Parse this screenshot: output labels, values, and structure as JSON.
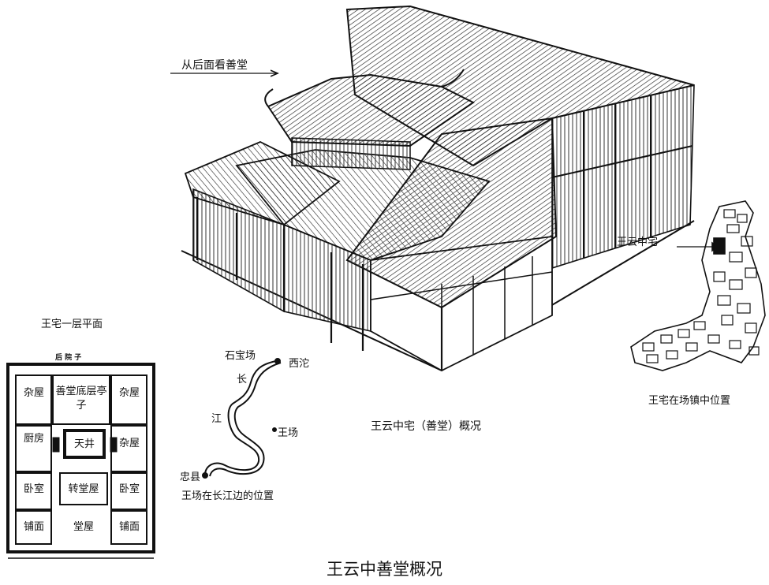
{
  "top_label": "从后面看善堂",
  "building_caption": "王云中宅（善堂）概况",
  "figure_title": "王云中善堂概况",
  "floor_plan": {
    "title": "王宅一层平面",
    "top_edge_label": "后 院 子",
    "rooms": {
      "misc_left": "杂屋",
      "pavilion": "善堂底层亭子",
      "misc_right_top": "杂屋",
      "kitchen": "厨房",
      "courtyard": "天井",
      "misc_right_mid": "杂屋",
      "bedroom_left": "卧室",
      "transfer_hall": "转堂屋",
      "bedroom_right": "卧室",
      "shop_left": "铺面",
      "main_hall": "堂屋",
      "shop_right": "铺面"
    }
  },
  "river_map": {
    "caption": "王场在长江边的位置",
    "places": {
      "shibaochang": "石宝场",
      "xituo": "西沱",
      "zhongxian": "忠县",
      "wangchang": "王场"
    },
    "river_chars": [
      "长",
      "江"
    ]
  },
  "town_map": {
    "pointer_label": "王云中宅",
    "caption": "王宅在场镇中位置"
  }
}
